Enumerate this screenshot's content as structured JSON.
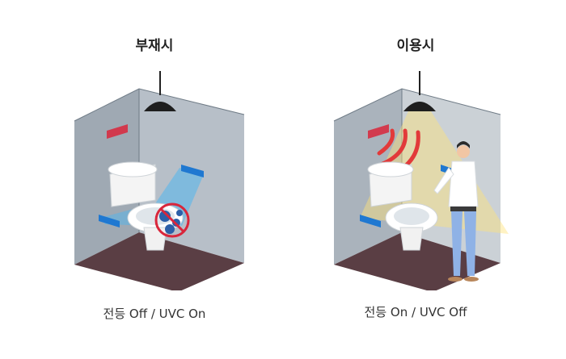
{
  "panels": [
    {
      "title": "부재시",
      "caption": "전등 Off / UVC On"
    },
    {
      "title": "이용시",
      "caption": "전등 On / UVC Off"
    }
  ],
  "colors": {
    "wall_left": "#8e9aa6",
    "wall_back": "#aab4be",
    "floor": "#5a3e44",
    "uv_light": "#52b6ee",
    "uv_lamp": "#1f78d1",
    "sensor": "#d9263b",
    "virus": "#2c5fa8",
    "lamp_glow": "#ffe37a",
    "shirt": "#ffffff",
    "pants": "#8fb2e6",
    "skin": "#f2c6a4",
    "hair": "#2b2b2b"
  },
  "icons": [
    "ceiling-lamp-icon",
    "toilet-icon",
    "virus-icon",
    "prohibited-icon",
    "uv-lamp-icon",
    "sensor-icon",
    "person-icon",
    "sensor-wave-icon"
  ]
}
